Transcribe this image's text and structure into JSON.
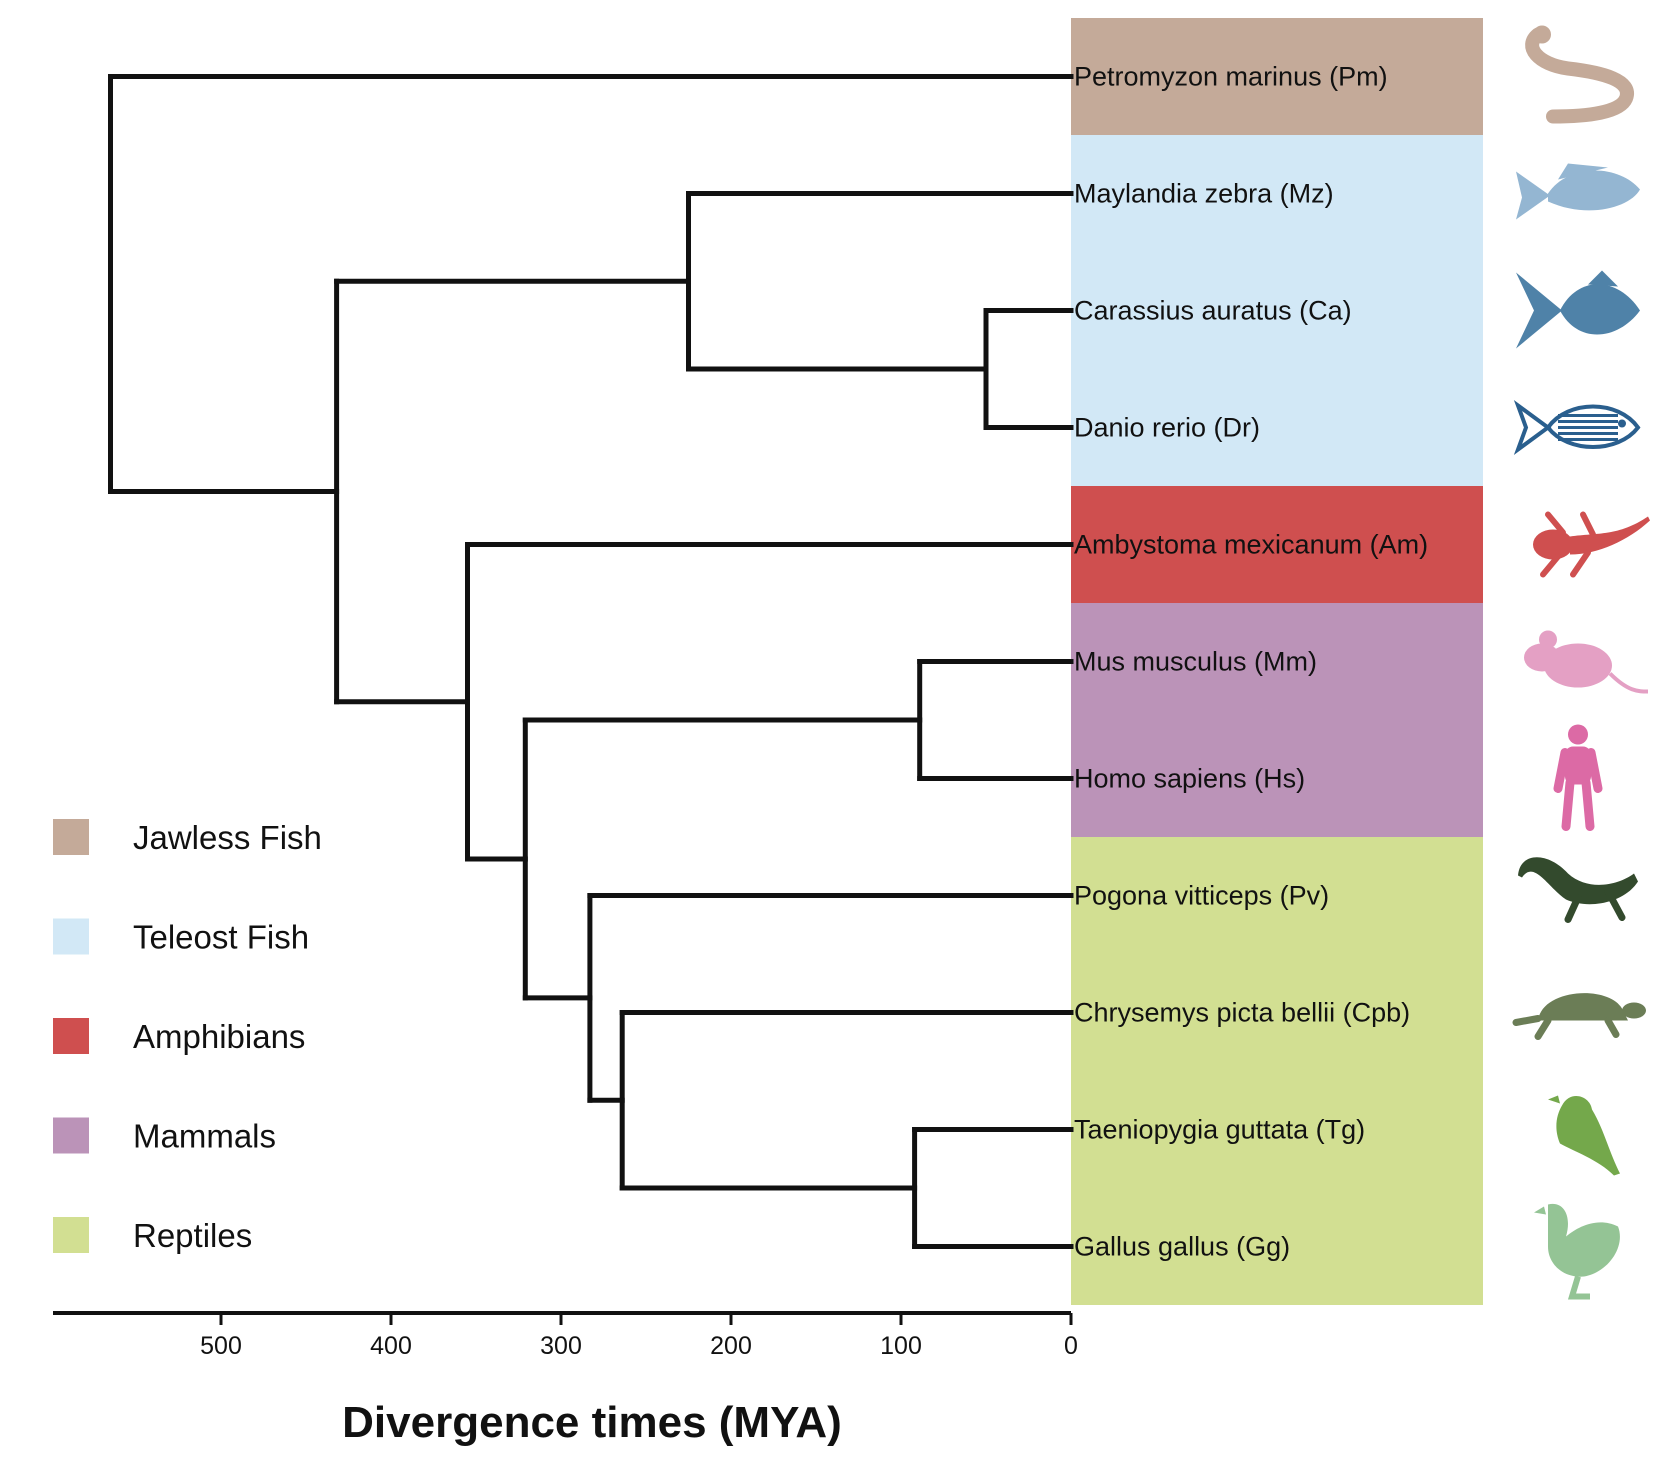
{
  "colors": {
    "jawless_fish": "#c4aa99",
    "teleost_fish": "#d2e8f6",
    "amphibians": "#cf4f4f",
    "mammals": "#bb93b8",
    "reptiles": "#d2df92"
  },
  "species": [
    {
      "label": "Petromyzon marinus (Pm)",
      "group": "jawless_fish",
      "icon": "lamprey-icon",
      "icon_color": "#c4aa99"
    },
    {
      "label": "Maylandia zebra (Mz)",
      "group": "teleost_fish",
      "icon": "cichlid-icon",
      "icon_color": "#94b6d2"
    },
    {
      "label": "Carassius auratus (Ca)",
      "group": "teleost_fish",
      "icon": "goldfish-icon",
      "icon_color": "#4f82a8"
    },
    {
      "label": "Danio rerio (Dr)",
      "group": "teleost_fish",
      "icon": "zebrafish-icon",
      "icon_color": "#2a5f8e"
    },
    {
      "label": "Ambystoma mexicanum (Am)",
      "group": "amphibians",
      "icon": "axolotl-icon",
      "icon_color": "#cf4f4f"
    },
    {
      "label": "Mus musculus (Mm)",
      "group": "mammals",
      "icon": "mouse-icon",
      "icon_color": "#e4a0c4"
    },
    {
      "label": "Homo sapiens (Hs)",
      "group": "mammals",
      "icon": "human-icon",
      "icon_color": "#dc6aa5"
    },
    {
      "label": "Pogona vitticeps (Pv)",
      "group": "reptiles",
      "icon": "lizard-icon",
      "icon_color": "#334a2d"
    },
    {
      "label": "Chrysemys picta bellii (Cpb)",
      "group": "reptiles",
      "icon": "turtle-icon",
      "icon_color": "#6b7d56"
    },
    {
      "label": "Taeniopygia guttata (Tg)",
      "group": "reptiles",
      "icon": "finch-icon",
      "icon_color": "#74a84b"
    },
    {
      "label": "Gallus gallus (Gg)",
      "group": "reptiles",
      "icon": "chicken-icon",
      "icon_color": "#94c495"
    }
  ],
  "tree": {
    "age": 565,
    "children": [
      {
        "leaf": 0
      },
      {
        "age": 432,
        "children": [
          {
            "age": 225,
            "children": [
              {
                "leaf": 1
              },
              {
                "age": 50,
                "children": [
                  {
                    "leaf": 2
                  },
                  {
                    "leaf": 3
                  }
                ]
              }
            ]
          },
          {
            "age": 355,
            "children": [
              {
                "leaf": 4
              },
              {
                "age": 321,
                "children": [
                  {
                    "age": 89,
                    "children": [
                      {
                        "leaf": 5
                      },
                      {
                        "leaf": 6
                      }
                    ]
                  },
                  {
                    "age": 283,
                    "children": [
                      {
                        "leaf": 7
                      },
                      {
                        "age": 264,
                        "children": [
                          {
                            "leaf": 8
                          },
                          {
                            "age": 92,
                            "children": [
                              {
                                "leaf": 9
                              },
                              {
                                "leaf": 10
                              }
                            ]
                          }
                        ]
                      }
                    ]
                  }
                ]
              }
            ]
          }
        ]
      }
    ]
  },
  "legend": [
    {
      "label": "Jawless Fish",
      "color": "#c4aa99"
    },
    {
      "label": "Teleost Fish",
      "color": "#d2e8f6"
    },
    {
      "label": "Amphibians",
      "color": "#cf4f4f"
    },
    {
      "label": "Mammals",
      "color": "#bb93b8"
    },
    {
      "label": "Reptiles",
      "color": "#d2df92"
    }
  ],
  "axis": {
    "title": "Divergence times (MYA)",
    "ticks": [
      500,
      400,
      300,
      200,
      100,
      0
    ]
  }
}
